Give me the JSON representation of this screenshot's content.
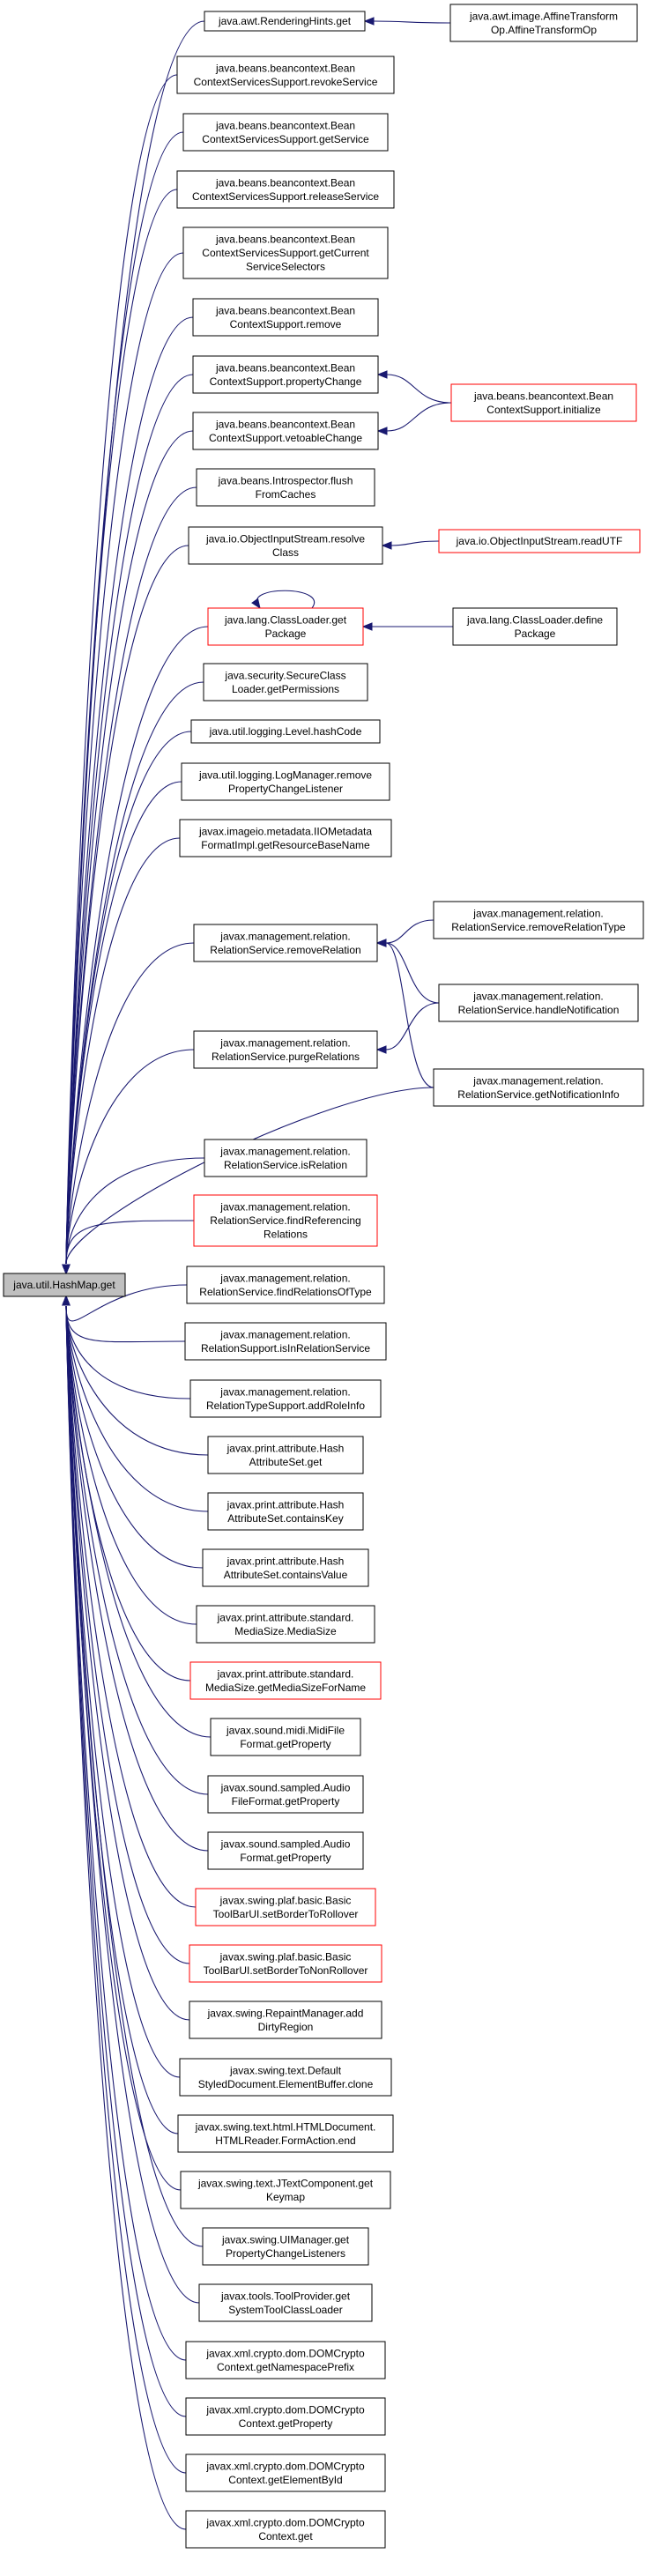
{
  "colors": {
    "edge": "#191970",
    "node_border": "#000000",
    "node_highlight": "#ff0000",
    "root_fill": "#bfbfbf"
  },
  "root": {
    "id": "n0",
    "lines": [
      "java.util.HashMap.get"
    ]
  },
  "nodes": [
    {
      "id": "n1",
      "lines": [
        "java.awt.RenderingHints.get"
      ]
    },
    {
      "id": "n2",
      "lines": [
        "java.beans.beancontext.Bean",
        "ContextServicesSupport.revokeService"
      ]
    },
    {
      "id": "n3",
      "lines": [
        "java.beans.beancontext.Bean",
        "ContextServicesSupport.getService"
      ]
    },
    {
      "id": "n4",
      "lines": [
        "java.beans.beancontext.Bean",
        "ContextServicesSupport.releaseService"
      ]
    },
    {
      "id": "n5",
      "lines": [
        "java.beans.beancontext.Bean",
        "ContextServicesSupport.getCurrent",
        "ServiceSelectors"
      ]
    },
    {
      "id": "n6",
      "lines": [
        "java.beans.beancontext.Bean",
        "ContextSupport.remove"
      ]
    },
    {
      "id": "n7",
      "lines": [
        "java.beans.beancontext.Bean",
        "ContextSupport.propertyChange"
      ]
    },
    {
      "id": "n8",
      "lines": [
        "java.beans.beancontext.Bean",
        "ContextSupport.vetoableChange"
      ]
    },
    {
      "id": "n9",
      "lines": [
        "java.beans.Introspector.flush",
        "FromCaches"
      ]
    },
    {
      "id": "n10",
      "lines": [
        "java.io.ObjectInputStream.resolve",
        "Class"
      ]
    },
    {
      "id": "n11",
      "lines": [
        "java.lang.ClassLoader.get",
        "Package"
      ],
      "red": true
    },
    {
      "id": "n12",
      "lines": [
        "java.security.SecureClass",
        "Loader.getPermissions"
      ]
    },
    {
      "id": "n13",
      "lines": [
        "java.util.logging.Level.hashCode"
      ]
    },
    {
      "id": "n14",
      "lines": [
        "java.util.logging.LogManager.remove",
        "PropertyChangeListener"
      ]
    },
    {
      "id": "n15",
      "lines": [
        "javax.imageio.metadata.IIOMetadata",
        "FormatImpl.getResourceBaseName"
      ]
    },
    {
      "id": "n16",
      "lines": [
        "javax.management.relation.",
        "RelationService.removeRelation"
      ]
    },
    {
      "id": "n17",
      "lines": [
        "javax.management.relation.",
        "RelationService.purgeRelations"
      ]
    },
    {
      "id": "n18",
      "lines": [
        "javax.management.relation.",
        "RelationService.isRelation"
      ]
    },
    {
      "id": "n19",
      "lines": [
        "javax.management.relation.",
        "RelationService.findReferencing",
        "Relations"
      ],
      "red": true
    },
    {
      "id": "n20",
      "lines": [
        "javax.management.relation.",
        "RelationService.findRelationsOfType"
      ]
    },
    {
      "id": "n21",
      "lines": [
        "javax.management.relation.",
        "RelationSupport.isInRelationService"
      ]
    },
    {
      "id": "n22",
      "lines": [
        "javax.management.relation.",
        "RelationTypeSupport.addRoleInfo"
      ]
    },
    {
      "id": "n23",
      "lines": [
        "javax.print.attribute.Hash",
        "AttributeSet.get"
      ]
    },
    {
      "id": "n24",
      "lines": [
        "javax.print.attribute.Hash",
        "AttributeSet.containsKey"
      ]
    },
    {
      "id": "n25",
      "lines": [
        "javax.print.attribute.Hash",
        "AttributeSet.containsValue"
      ]
    },
    {
      "id": "n26",
      "lines": [
        "javax.print.attribute.standard.",
        "MediaSize.MediaSize"
      ]
    },
    {
      "id": "n27",
      "lines": [
        "javax.print.attribute.standard.",
        "MediaSize.getMediaSizeForName"
      ],
      "red": true
    },
    {
      "id": "n28",
      "lines": [
        "javax.sound.midi.MidiFile",
        "Format.getProperty"
      ]
    },
    {
      "id": "n29",
      "lines": [
        "javax.sound.sampled.Audio",
        "FileFormat.getProperty"
      ]
    },
    {
      "id": "n30",
      "lines": [
        "javax.sound.sampled.Audio",
        "Format.getProperty"
      ]
    },
    {
      "id": "n31",
      "lines": [
        "javax.swing.plaf.basic.Basic",
        "ToolBarUI.setBorderToRollover"
      ],
      "red": true
    },
    {
      "id": "n32",
      "lines": [
        "javax.swing.plaf.basic.Basic",
        "ToolBarUI.setBorderToNonRollover"
      ],
      "red": true
    },
    {
      "id": "n33",
      "lines": [
        "javax.swing.RepaintManager.add",
        "DirtyRegion"
      ]
    },
    {
      "id": "n34",
      "lines": [
        "javax.swing.text.Default",
        "StyledDocument.ElementBuffer.clone"
      ]
    },
    {
      "id": "n35",
      "lines": [
        "javax.swing.text.html.HTMLDocument.",
        "HTMLReader.FormAction.end"
      ]
    },
    {
      "id": "n36",
      "lines": [
        "javax.swing.text.JTextComponent.get",
        "Keymap"
      ]
    },
    {
      "id": "n37",
      "lines": [
        "javax.swing.UIManager.get",
        "PropertyChangeListeners"
      ]
    },
    {
      "id": "n38",
      "lines": [
        "javax.tools.ToolProvider.get",
        "SystemToolClassLoader"
      ]
    },
    {
      "id": "n39",
      "lines": [
        "javax.xml.crypto.dom.DOMCrypto",
        "Context.getNamespacePrefix"
      ]
    },
    {
      "id": "n40",
      "lines": [
        "javax.xml.crypto.dom.DOMCrypto",
        "Context.getProperty"
      ]
    },
    {
      "id": "n41",
      "lines": [
        "javax.xml.crypto.dom.DOMCrypto",
        "Context.getElementById"
      ]
    },
    {
      "id": "n42",
      "lines": [
        "javax.xml.crypto.dom.DOMCrypto",
        "Context.get"
      ]
    },
    {
      "id": "n43",
      "lines": [
        "java.awt.image.AffineTransform",
        "Op.AffineTransformOp"
      ]
    },
    {
      "id": "n44",
      "lines": [
        "java.beans.beancontext.Bean",
        "ContextSupport.initialize"
      ],
      "red": true
    },
    {
      "id": "n45",
      "lines": [
        "java.io.ObjectInputStream.readUTF"
      ],
      "red": true
    },
    {
      "id": "n46",
      "lines": [
        "java.lang.ClassLoader.define",
        "Package"
      ]
    },
    {
      "id": "n47",
      "lines": [
        "javax.management.relation.",
        "RelationService.removeRelationType"
      ]
    },
    {
      "id": "n48",
      "lines": [
        "javax.management.relation.",
        "RelationService.handleNotification"
      ]
    },
    {
      "id": "n49",
      "lines": [
        "javax.management.relation.",
        "RelationService.getNotificationInfo"
      ]
    }
  ],
  "edges": [
    [
      "n43",
      "n1"
    ],
    [
      "n44",
      "n7"
    ],
    [
      "n44",
      "n8"
    ],
    [
      "n45",
      "n10"
    ],
    [
      "n46",
      "n11"
    ],
    [
      "n11",
      "n11"
    ],
    [
      "n47",
      "n16"
    ],
    [
      "n48",
      "n16"
    ],
    [
      "n49",
      "n16"
    ],
    [
      "n48",
      "n17"
    ],
    [
      "n49",
      "n0"
    ],
    [
      "n1",
      "n0"
    ],
    [
      "n2",
      "n0"
    ],
    [
      "n3",
      "n0"
    ],
    [
      "n4",
      "n0"
    ],
    [
      "n5",
      "n0"
    ],
    [
      "n6",
      "n0"
    ],
    [
      "n7",
      "n0"
    ],
    [
      "n8",
      "n0"
    ],
    [
      "n9",
      "n0"
    ],
    [
      "n10",
      "n0"
    ],
    [
      "n11",
      "n0"
    ],
    [
      "n12",
      "n0"
    ],
    [
      "n13",
      "n0"
    ],
    [
      "n14",
      "n0"
    ],
    [
      "n15",
      "n0"
    ],
    [
      "n16",
      "n0"
    ],
    [
      "n17",
      "n0"
    ],
    [
      "n18",
      "n0"
    ],
    [
      "n19",
      "n0"
    ],
    [
      "n20",
      "n0"
    ],
    [
      "n21",
      "n0"
    ],
    [
      "n22",
      "n0"
    ],
    [
      "n23",
      "n0"
    ],
    [
      "n24",
      "n0"
    ],
    [
      "n25",
      "n0"
    ],
    [
      "n26",
      "n0"
    ],
    [
      "n27",
      "n0"
    ],
    [
      "n28",
      "n0"
    ],
    [
      "n29",
      "n0"
    ],
    [
      "n30",
      "n0"
    ],
    [
      "n31",
      "n0"
    ],
    [
      "n32",
      "n0"
    ],
    [
      "n33",
      "n0"
    ],
    [
      "n34",
      "n0"
    ],
    [
      "n35",
      "n0"
    ],
    [
      "n36",
      "n0"
    ],
    [
      "n37",
      "n0"
    ],
    [
      "n38",
      "n0"
    ],
    [
      "n39",
      "n0"
    ],
    [
      "n40",
      "n0"
    ],
    [
      "n41",
      "n0"
    ],
    [
      "n42",
      "n0"
    ]
  ]
}
